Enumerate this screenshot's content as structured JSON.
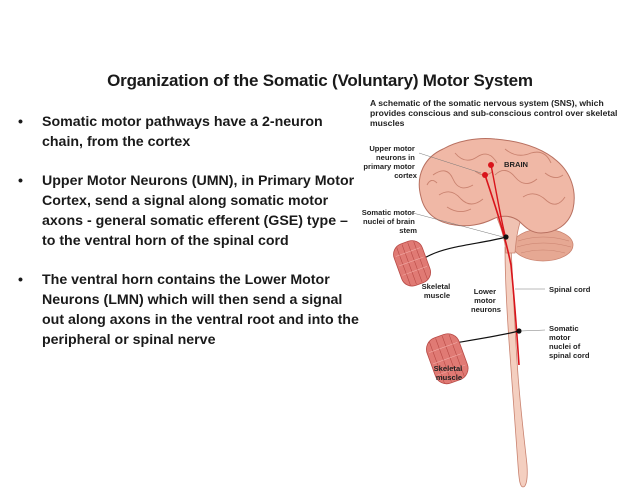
{
  "slide": {
    "title": "Organization of the Somatic (Voluntary) Motor System",
    "bullets": [
      "Somatic motor pathways have a 2-neuron chain, from the cortex",
      "Upper Motor Neurons (UMN), in Primary Motor Cortex, send a signal along somatic motor axons - general somatic efferent (GSE) type – to the ventral horn of the spinal cord",
      "The ventral horn contains the Lower Motor Neurons (LMN) which will then send a signal out along axons in the ventral root and into the peripheral or spinal nerve"
    ],
    "bullet_glyph": "•"
  },
  "figure": {
    "caption": "A schematic of the somatic nervous system (SNS), which provides conscious and sub-conscious control over skeletal muscles",
    "labels": {
      "upper_motor_1": "Upper motor",
      "upper_motor_2": "neurons in",
      "upper_motor_3": "primary motor",
      "upper_motor_4": "cortex",
      "brain": "BRAIN",
      "somatic_nuclei_1": "Somatic motor",
      "somatic_nuclei_2": "nuclei of brain",
      "somatic_nuclei_3": "stem",
      "skeletal_upper_1": "Skeletal",
      "skeletal_upper_2": "muscle",
      "lower_motor_1": "Lower",
      "lower_motor_2": "motor",
      "lower_motor_3": "neurons",
      "spinal_cord": "Spinal cord",
      "somatic_cord_1": "Somatic",
      "somatic_cord_2": "motor",
      "somatic_cord_3": "nuclei of",
      "somatic_cord_4": "spinal cord",
      "skeletal_lower_1": "Skeletal",
      "skeletal_lower_2": "muscle"
    },
    "colors": {
      "brain": "#f0b8a6",
      "brain_fold": "#c9826f",
      "cerebellum": "#e6a893",
      "cord": "#f4cfc0",
      "neuron": "#d9141b",
      "axon": "#111111",
      "muscle": "#e07a74",
      "muscle_stripe": "#b84a46"
    }
  }
}
